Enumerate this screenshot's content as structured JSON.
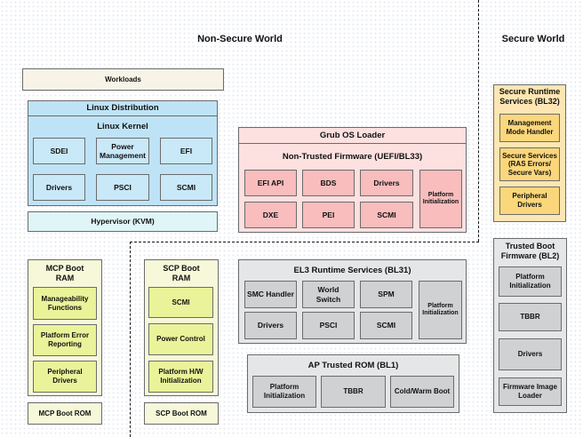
{
  "regions": {
    "non_secure": "Non-Secure World",
    "secure": "Secure World"
  },
  "workloads": "Workloads",
  "linux": {
    "distribution": "Linux Distribution",
    "kernel": "Linux Kernel",
    "items": [
      "SDEI",
      "Power Management",
      "EFI",
      "Drivers",
      "PSCI",
      "SCMI"
    ]
  },
  "hypervisor": "Hypervisor (KVM)",
  "grub": {
    "title": "Grub OS Loader",
    "firmware": "Non-Trusted Firmware (UEFI/BL33)",
    "items": [
      "EFI API",
      "BDS",
      "Drivers",
      "DXE",
      "PEI",
      "SCMI"
    ],
    "platform_init": "Platform Initialization"
  },
  "secure_runtime": {
    "title": "Secure Runtime Services (BL32)",
    "items": [
      "Management Mode Handler",
      "Secure Services (RAS Errors/ Secure Vars)",
      "Peripheral Drivers"
    ]
  },
  "trusted_boot": {
    "title": "Trusted Boot Firmware (BL2)",
    "items": [
      "Platform Initialization",
      "TBBR",
      "Drivers",
      "Firmware Image Loader"
    ]
  },
  "mcp": {
    "ram_title": "MCP Boot RAM",
    "items": [
      "Manageability Functions",
      "Platform Error Reporting",
      "Peripheral Drivers"
    ],
    "rom": "MCP Boot ROM"
  },
  "scp": {
    "ram_title": "SCP Boot RAM",
    "items": [
      "SCMI",
      "Power Control",
      "Platform H/W Initialization"
    ],
    "rom": "SCP Boot ROM"
  },
  "el3": {
    "title": "EL3 Runtime Services (BL31)",
    "items": [
      "SMC Handler",
      "World Switch",
      "SPM",
      "Drivers",
      "PSCI",
      "SCMI"
    ],
    "platform_init": "Platform Initialization"
  },
  "ap_rom": {
    "title": "AP Trusted ROM (BL1)",
    "items": [
      "Platform Initialization",
      "TBBR",
      "Cold/Warm Boot"
    ]
  }
}
